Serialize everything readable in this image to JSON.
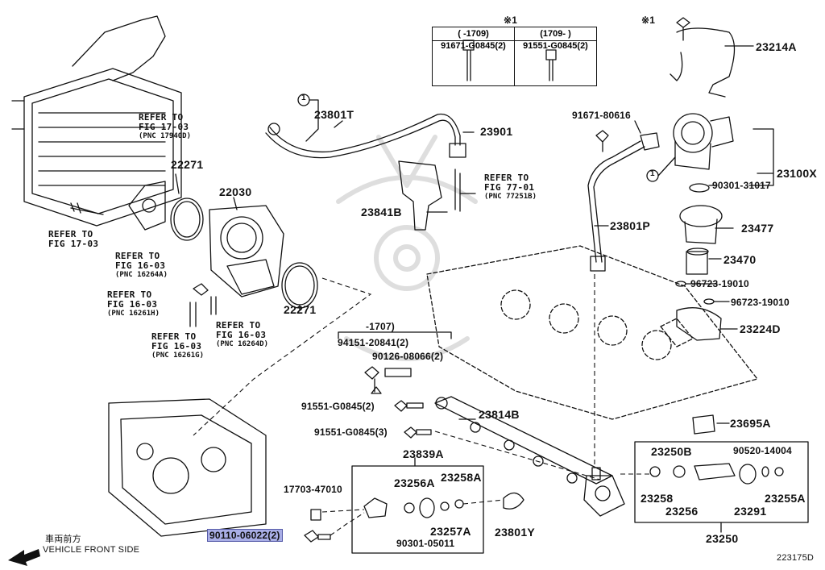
{
  "diagram": {
    "footnote_mark": "※1",
    "table": {
      "col1_header": "( -1709)",
      "col2_header": "(1709- )",
      "col1_part": "91671-G0845(2)",
      "col2_part": "91551-G0845(2)"
    },
    "parts": {
      "p23214A": "23214A",
      "p23801T": "23801T",
      "p23901": "23901",
      "p91671_80616": "91671-80616",
      "p23100X": "23100X",
      "p90301_31017": "90301-31017",
      "p23841B": "23841B",
      "p23801P": "23801P",
      "p23477": "23477",
      "p23470": "23470",
      "p96723_a": "96723-19010",
      "p96723_b": "96723-19010",
      "p23224D": "23224D",
      "p22271_a": "22271",
      "p22271_b": "22271",
      "p22030": "22030",
      "p1707": "-1707)",
      "p94151": "94151-20841(2)",
      "p90126": "90126-08066(2)",
      "p91551_2": "91551-G0845(2)",
      "p91551_3": "91551-G0845(3)",
      "p23814B": "23814B",
      "p23695A": "23695A",
      "p23839A": "23839A",
      "p23256A": "23256A",
      "p23258A": "23258A",
      "p17703": "17703-47010",
      "p23257A": "23257A",
      "p90301_05011": "90301-05011",
      "p23801Y": "23801Y",
      "p90110": "90110-06022(2)",
      "p23250B": "23250B",
      "p90520": "90520-14004",
      "p23258": "23258",
      "p23256": "23256",
      "p23291": "23291",
      "p23255A": "23255A",
      "p23250": "23250"
    },
    "refs": {
      "r1": {
        "l1": "REFER TO",
        "l2": "FIG 17-03",
        "pnc": "(PNC 17940D)"
      },
      "r2": {
        "l1": "REFER TO",
        "l2": "FIG 17-03"
      },
      "r3": {
        "l1": "REFER TO",
        "l2": "FIG 77-01",
        "pnc": "(PNC 77251B)"
      },
      "r4": {
        "l1": "REFER TO",
        "l2": "FIG 16-03",
        "pnc": "(PNC 16264A)"
      },
      "r5": {
        "l1": "REFER TO",
        "l2": "FIG 16-03",
        "pnc": "(PNC 16261H)"
      },
      "r6": {
        "l1": "REFER TO",
        "l2": "FIG 16-03",
        "pnc": "(PNC 16261G)"
      },
      "r7": {
        "l1": "REFER TO",
        "l2": "FIG 16-03",
        "pnc": "(PNC 16264D)"
      }
    },
    "circle_marker": "1",
    "direction_jp": "車両前方",
    "direction_en": "VEHICLE FRONT SIDE",
    "figure_code": "223175D"
  }
}
